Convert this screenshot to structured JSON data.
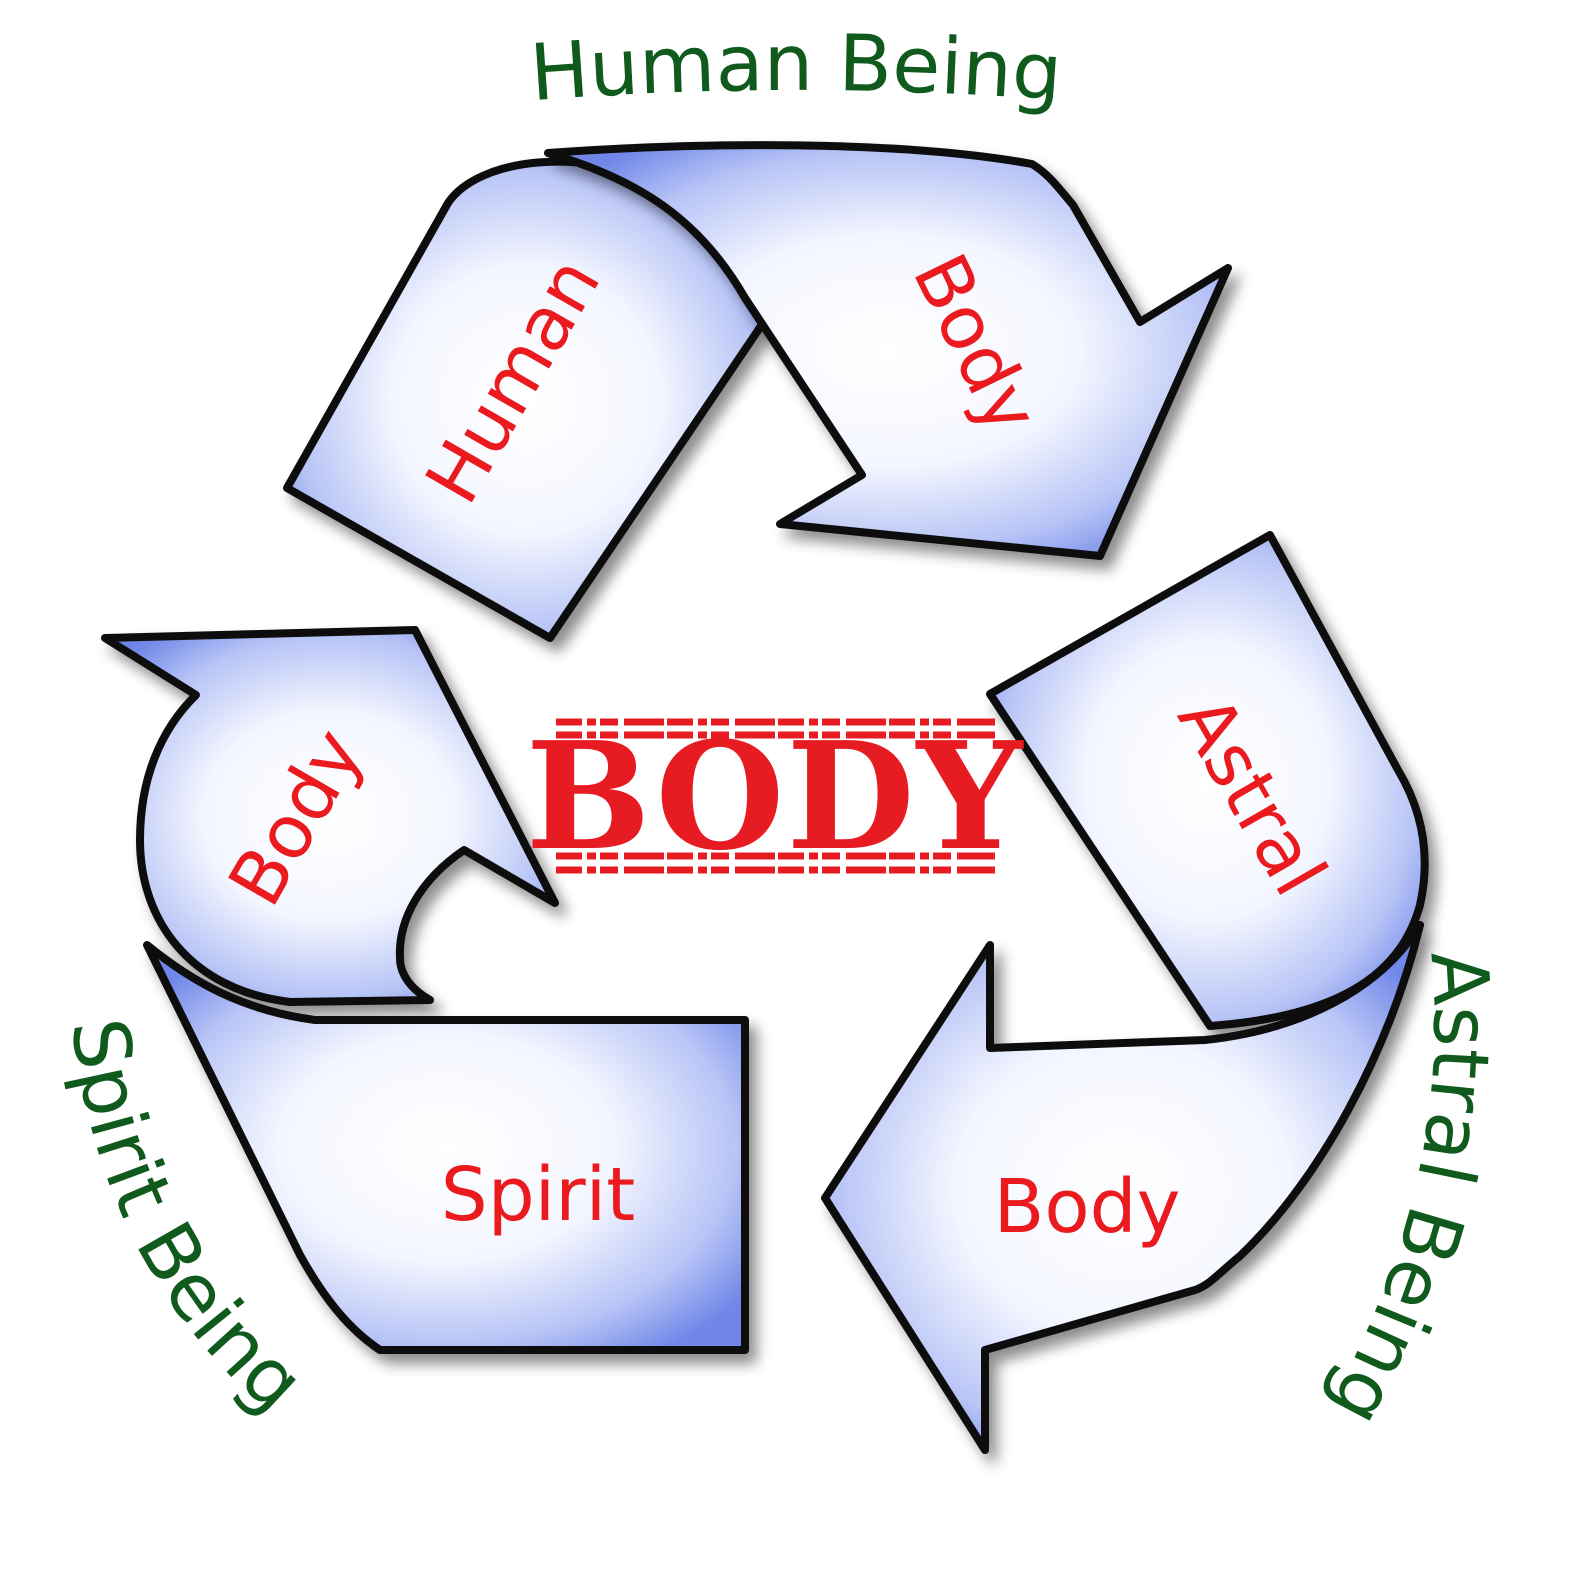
{
  "cycle": {
    "top_label": "Human Being",
    "right_label": "Astral Being",
    "left_label": "Spirit Being"
  },
  "arrows": {
    "top_left_word": "Human",
    "top_right_word": "Body",
    "right_top_word": "Astral",
    "right_bottom_word": "Body",
    "left_top_word": "Body",
    "left_bottom_word": "Spirit"
  },
  "center": {
    "stamp_text": "BODY"
  },
  "colors": {
    "outer_text": "#0f5a1c",
    "arrow_text": "#ea1a1f",
    "stamp": "#e71c23",
    "arrow_fill_edge": "#6f86e8",
    "arrow_fill_core": "#ffffff",
    "arrow_outline": "#111111"
  }
}
